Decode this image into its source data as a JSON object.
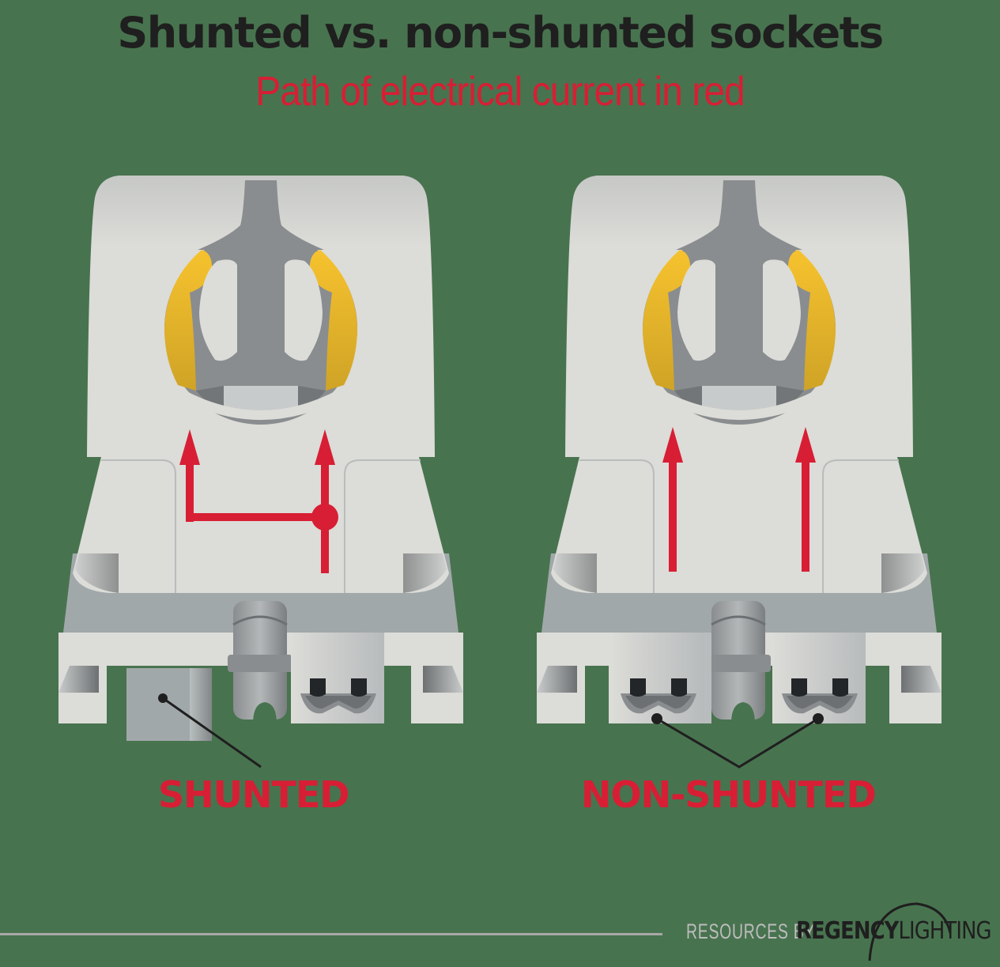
{
  "header": {
    "title": "Shunted vs. non-shunted sockets",
    "subtitle": "Path of electrical current in red"
  },
  "sockets": [
    {
      "id": "shunted",
      "label": "SHUNTED",
      "current_path": "single feed splits at junction to both contacts"
    },
    {
      "id": "non-shunted",
      "label": "NON-SHUNTED",
      "current_path": "two independent feeds, one to each contact"
    }
  ],
  "footer": {
    "prefix": "RESOURCES BY",
    "brand_bold": "REGENCY",
    "brand_light": "LIGHTING"
  },
  "colors": {
    "background": "#48734f",
    "current": "#d81e34",
    "title": "#1f1f1f",
    "contact_gold": "#e2ae28",
    "body_white": "#dcdcd8",
    "body_gray": "#a1a8aa"
  }
}
